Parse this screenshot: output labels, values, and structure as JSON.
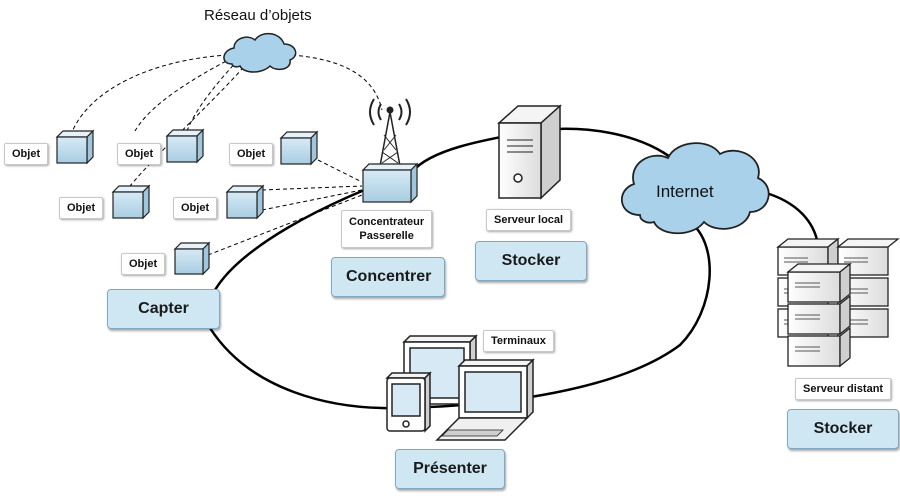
{
  "network_title": "Réseau d’objets",
  "object_label": "Objet",
  "gateway_label": [
    "Concentrateur",
    "Passerelle"
  ],
  "local_server_label": "Serveur local",
  "internet_label": "Internet",
  "terminals_label": "Terminaux",
  "remote_server_label": "Serveur distant",
  "actions": {
    "capter": "Capter",
    "concentrer": "Concentrer",
    "stocker_local": "Stocker",
    "presenter": "Présenter",
    "stocker_distant": "Stocker"
  },
  "colors": {
    "box_fill": "#cfe6f3",
    "box_border": "#7fa9c2",
    "device_fill": "#bfdcec",
    "line": "#000000"
  }
}
